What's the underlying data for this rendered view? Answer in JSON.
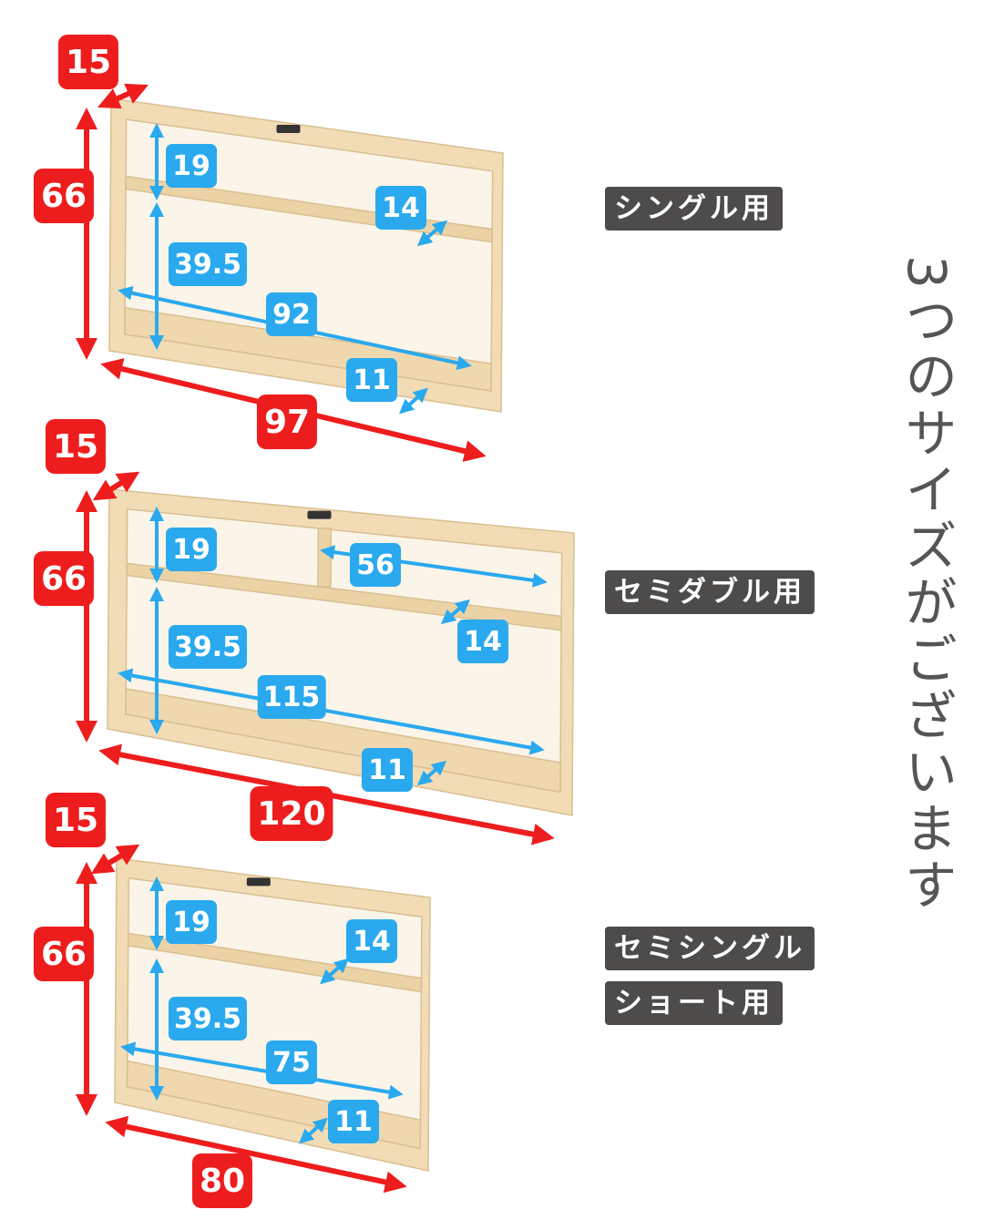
{
  "title": "3つのサイズがございます",
  "colors": {
    "outer_dim": "#ee1d1d",
    "inner_dim": "#2aa9ee",
    "label_bg": "#4e4c4b",
    "wood": "#f1dcb6"
  },
  "shelves": [
    {
      "name": "シングル用",
      "depth": "15",
      "height": "66",
      "width": "97",
      "upper_height": "19",
      "lower_height": "39.5",
      "inner_width": "92",
      "shelf_depth": "14",
      "bottom_depth": "11"
    },
    {
      "name": "セミダブル用",
      "depth": "15",
      "height": "66",
      "width": "120",
      "upper_height": "19",
      "compartment_width": "56",
      "lower_height": "39.5",
      "inner_width": "115",
      "shelf_depth": "14",
      "bottom_depth": "11"
    },
    {
      "name_line1": "セミシングル",
      "name_line2": "ショート用",
      "depth": "15",
      "height": "66",
      "width": "80",
      "upper_height": "19",
      "lower_height": "39.5",
      "inner_width": "75",
      "shelf_depth": "14",
      "bottom_depth": "11"
    }
  ]
}
